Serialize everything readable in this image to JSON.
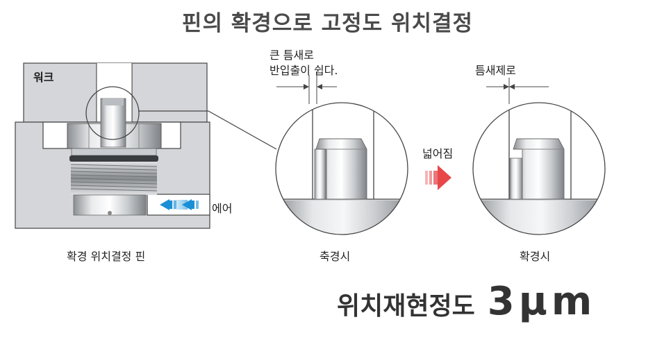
{
  "title": "핀의 확경으로 고정도 위치결정",
  "labels": {
    "workpiece": "워크",
    "air": "에어",
    "large_gap_line1": "큰 틈새로",
    "large_gap_line2": "반입출이 쉽다.",
    "no_gap": "틈새제로",
    "expand": "넓어짐"
  },
  "captions": {
    "left": "확경 위치결정 핀",
    "middle": "축경시",
    "right": "확경시"
  },
  "precision": {
    "label": "위치재현정도",
    "value": "3μm"
  },
  "colors": {
    "body_gray": "#d4d6da",
    "outline": "#444444",
    "air_arrow": "#1a8fd6",
    "expand_arrow": "#e8474a"
  }
}
